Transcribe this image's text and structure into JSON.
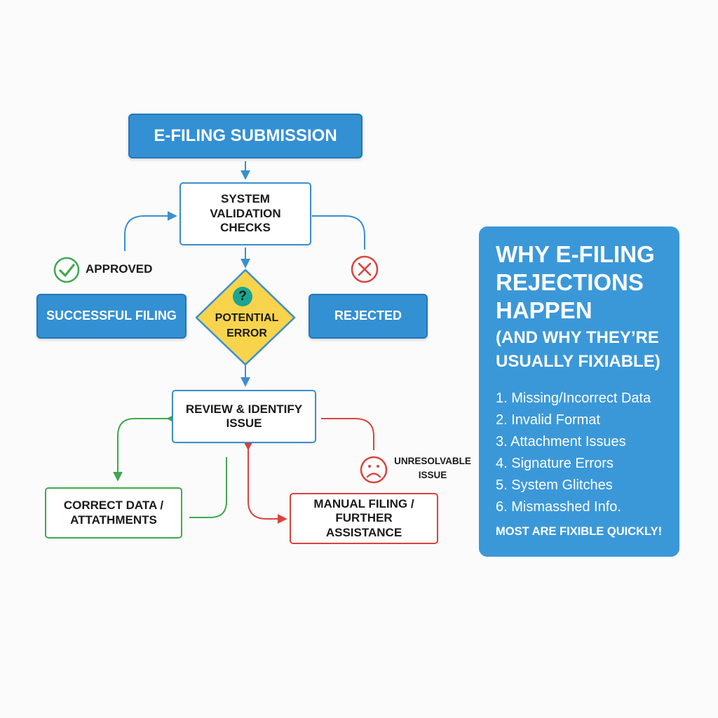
{
  "flowchart": {
    "start": "E-FILING SUBMISSION",
    "validation": "SYSTEM VALIDATION CHECKS",
    "approved_label": "APPROVED",
    "success": "SUCCESSFUL FILING",
    "decision_symbol": "?",
    "decision": "POTENTIAL ERROR",
    "rejected": "REJECTED",
    "review": "REVIEW & IDENTIFY ISSUE",
    "correct": "CORRECT DATA / ATTATHMENTS",
    "unresolvable_label": "UNRESOLVABLE ISSUE",
    "manual": "MANUAL FILING / FURTHER ASSISTANCE"
  },
  "panel": {
    "title": "WHY E-FILING REJECTIONS HAPPEN",
    "subtitle": "(AND WHY THEY’RE USUALLY FIXIABLE)",
    "reasons": [
      "1. Missing/Incorrect Data",
      "2. Invalid Format",
      "3. Attachment Issues",
      "4. Signature Errors",
      "5. System Glitches",
      "6. Mismasshed Info."
    ],
    "footer": "MOST ARE FIXIBLE QUICKLY!"
  },
  "colors": {
    "primary_blue": "#3390d3",
    "panel_blue": "#3b98d8",
    "approve_green": "#3fa84f",
    "reject_red": "#d9443d",
    "diamond_yellow": "#f7d44c",
    "question_teal": "#1aa592"
  },
  "icons": {
    "approved": "check-circle-icon",
    "rejected": "x-circle-icon",
    "unresolvable": "sad-face-icon",
    "decision": "question-mark-icon"
  }
}
